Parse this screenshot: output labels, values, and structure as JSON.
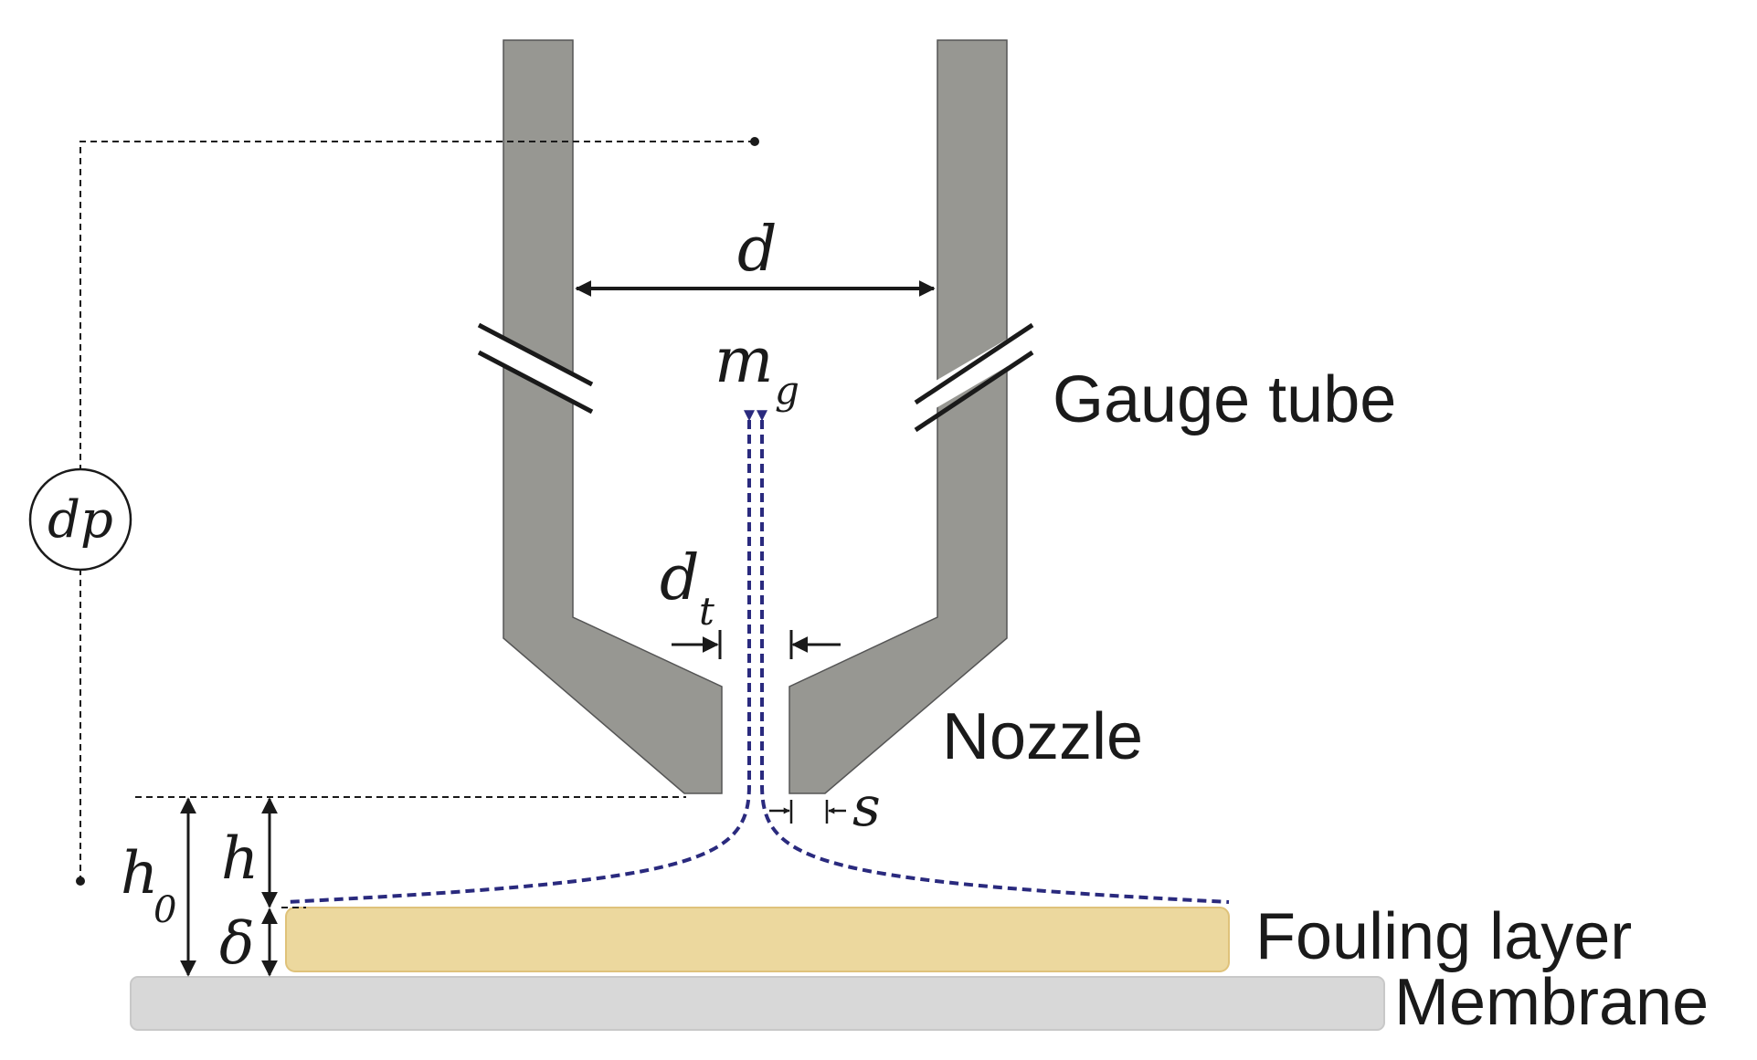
{
  "labels": {
    "gauge_tube": "Gauge tube",
    "nozzle": "Nozzle",
    "fouling_layer": "Fouling layer",
    "membrane": "Membrane"
  },
  "symbols": {
    "d": "d",
    "m": "m",
    "m_sub": "g",
    "dt": "d",
    "dt_sub": "t",
    "s": "s",
    "h": "h",
    "h0": "h",
    "h0_sub": "0",
    "delta": "δ",
    "dp": "dp"
  },
  "colors": {
    "tube_fill": "#979792",
    "fouling_fill": "#ecd89e",
    "fouling_stroke": "#dfc27a",
    "membrane_fill": "#d8d8d8",
    "flow_line": "#2a2a7e",
    "ink": "#1a1a1a"
  },
  "icons": {
    "break_marks": "double-slash-break-icon",
    "flow": "dashed-streamline-icon",
    "dimension": "dimension-arrow-icon",
    "gauge": "pressure-gauge-circle-icon"
  }
}
